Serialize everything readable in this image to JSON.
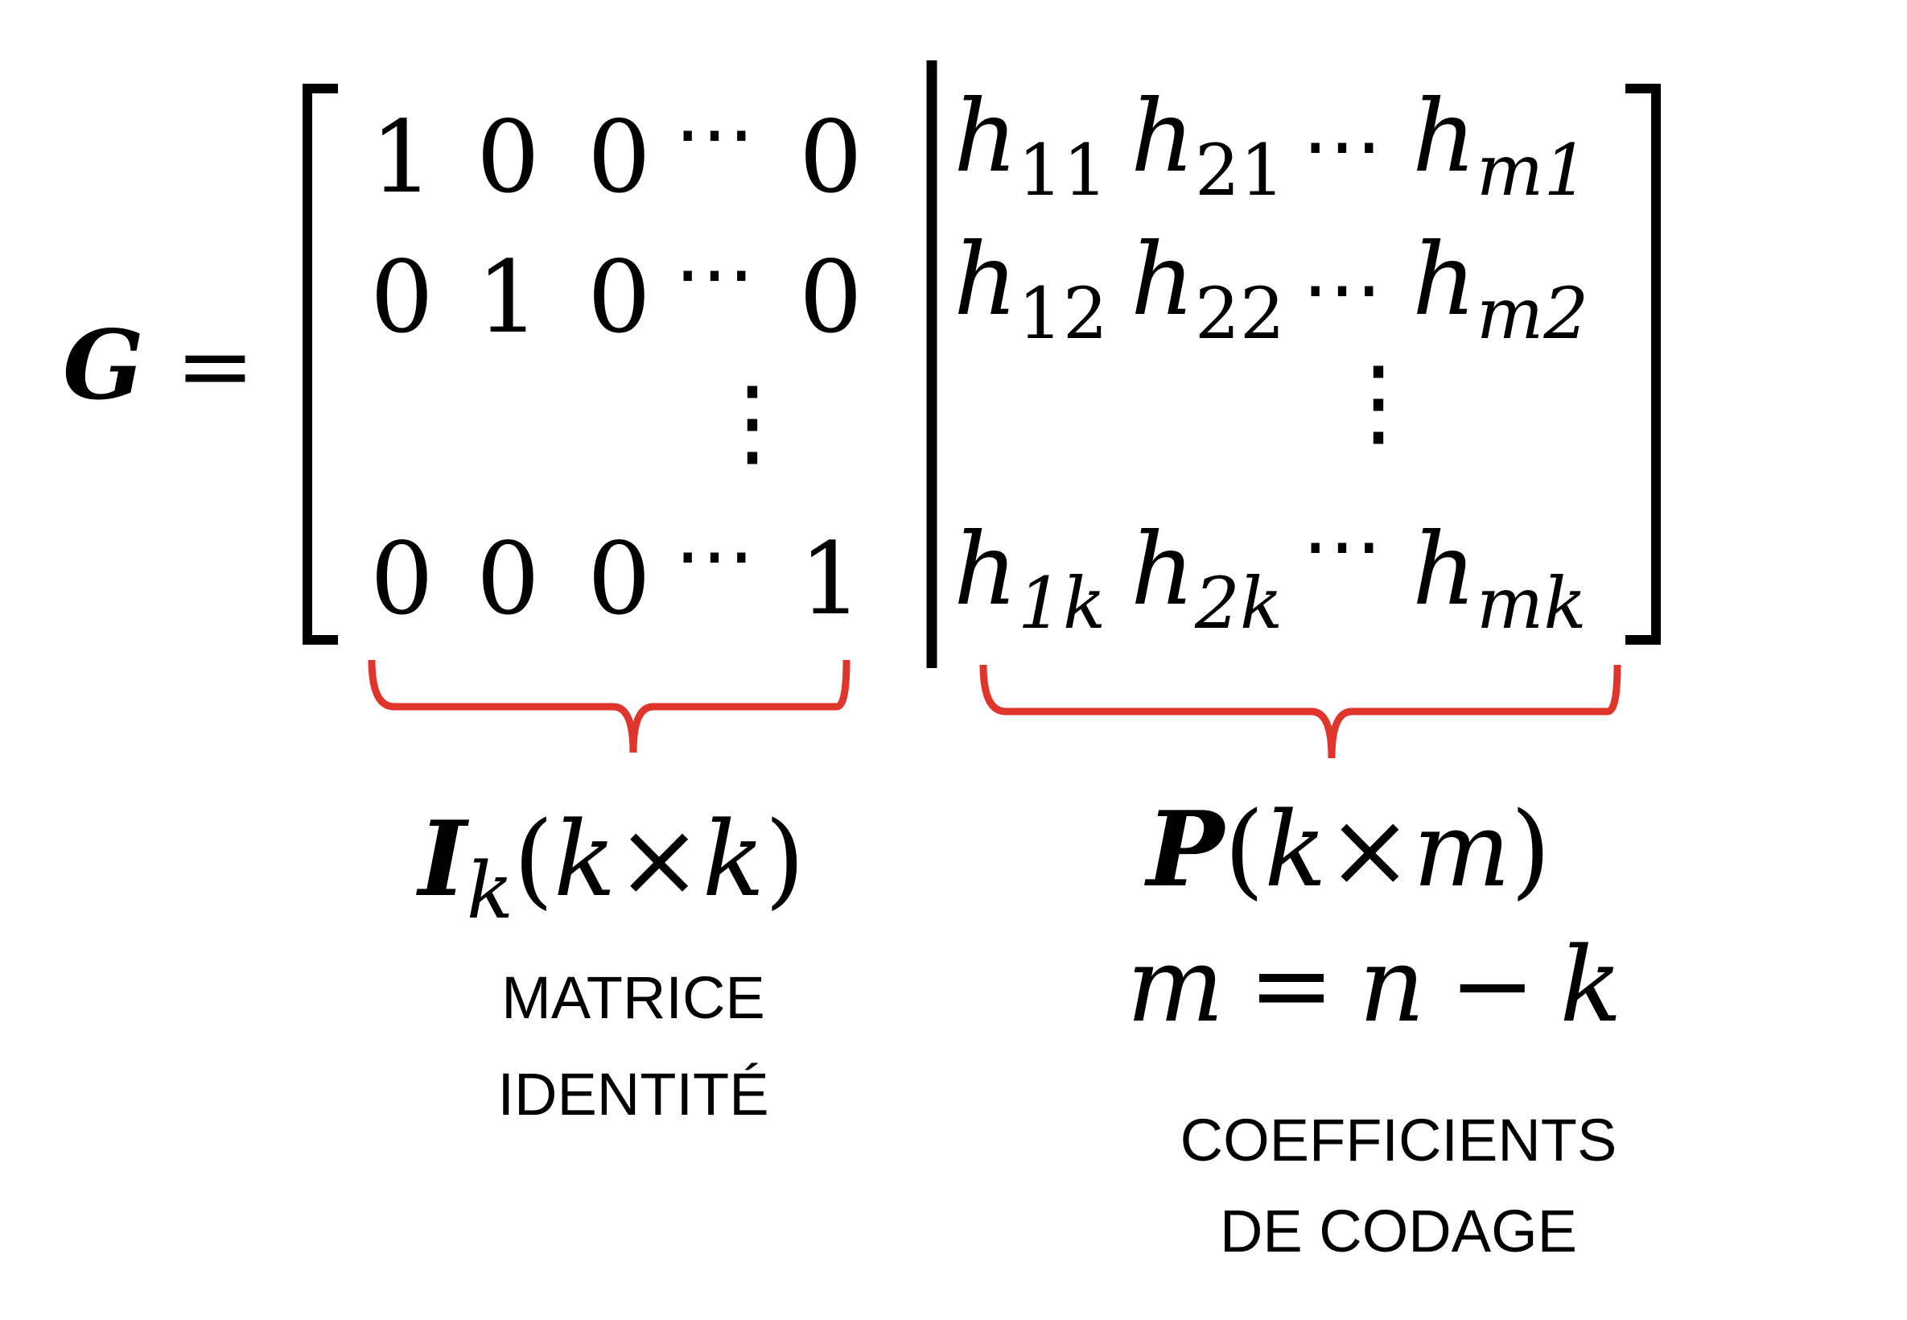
{
  "lhs": {
    "symbol": "G",
    "equals": "="
  },
  "identity": {
    "rows": [
      [
        "1",
        "0",
        "0",
        "⋯",
        "0"
      ],
      [
        "0",
        "1",
        "0",
        "⋯",
        "0"
      ],
      [
        "0",
        "0",
        "0",
        "⋯",
        "1"
      ]
    ],
    "vdots": "⋮"
  },
  "parity": {
    "rows": [
      [
        {
          "base": "h",
          "sub": "11"
        },
        {
          "base": "h",
          "sub": "21"
        },
        {
          "dots": "⋯"
        },
        {
          "base": "h",
          "sub": "m1"
        }
      ],
      [
        {
          "base": "h",
          "sub": "12"
        },
        {
          "base": "h",
          "sub": "22"
        },
        {
          "dots": "⋯"
        },
        {
          "base": "h",
          "sub": "m2"
        }
      ],
      [
        {
          "base": "h",
          "sub": "1k"
        },
        {
          "base": "h",
          "sub": "2k"
        },
        {
          "dots": "⋯"
        },
        {
          "base": "h",
          "sub": "mk"
        }
      ]
    ],
    "vdots": "⋮"
  },
  "left_block": {
    "symbol": "I",
    "sub": "k",
    "dims_open": "(",
    "dims_a": "k",
    "dims_times": "×",
    "dims_b": "k",
    "dims_close": ")",
    "caption_line1": "MATRICE",
    "caption_line2": "IDENTITÉ"
  },
  "right_block": {
    "symbol": "P",
    "dims_open": "(",
    "dims_a": "k",
    "dims_times": "×",
    "dims_b": "m",
    "dims_close": ")",
    "relation": {
      "m": "m",
      "eq": "=",
      "n": "n",
      "minus": "−",
      "k": "k"
    },
    "caption_line1": "COEFFICIENTS",
    "caption_line2": "DE CODAGE"
  },
  "colors": {
    "text": "#000000",
    "brace": "#e0352b",
    "background": "#ffffff"
  }
}
